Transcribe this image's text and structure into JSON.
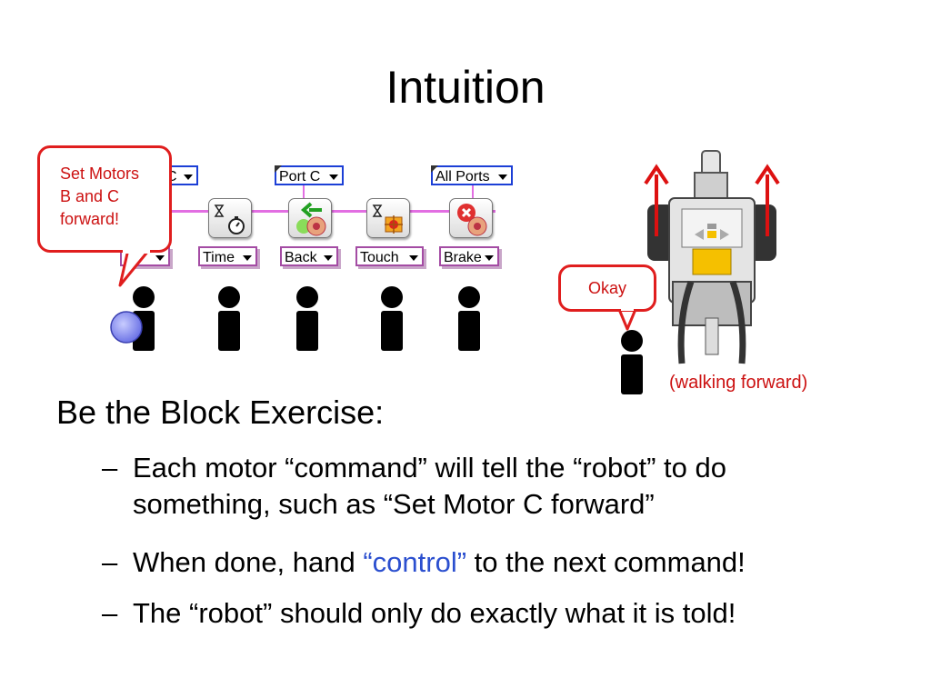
{
  "slide": {
    "title": "Intuition",
    "program": {
      "ports": [
        "C",
        "Port C",
        "All Ports"
      ],
      "modes": [
        "",
        "Time",
        "Back",
        "Touch",
        "Brake"
      ]
    },
    "speech_main": [
      "Set Motors",
      "B and C",
      "forward!"
    ],
    "speech_okay": "Okay",
    "robot_caption": "(walking forward)",
    "heading": "Be the Block Exercise:",
    "bullets": [
      {
        "dash": "–",
        "lines": [
          "Each motor “command” will tell the “robot” to do",
          "something, such as “Set Motor C forward”"
        ]
      },
      {
        "dash": "–",
        "before": "When done, hand ",
        "highlight": "“control”",
        "after": " to the next command!"
      },
      {
        "dash": "–",
        "lines": [
          "The “robot” should only do exactly what it is told!"
        ]
      }
    ],
    "colors": {
      "speech_border": "#e01e1e",
      "highlight": "#2b4fcf",
      "wire": "#e26ee2",
      "arrow": "#dd1111"
    }
  }
}
